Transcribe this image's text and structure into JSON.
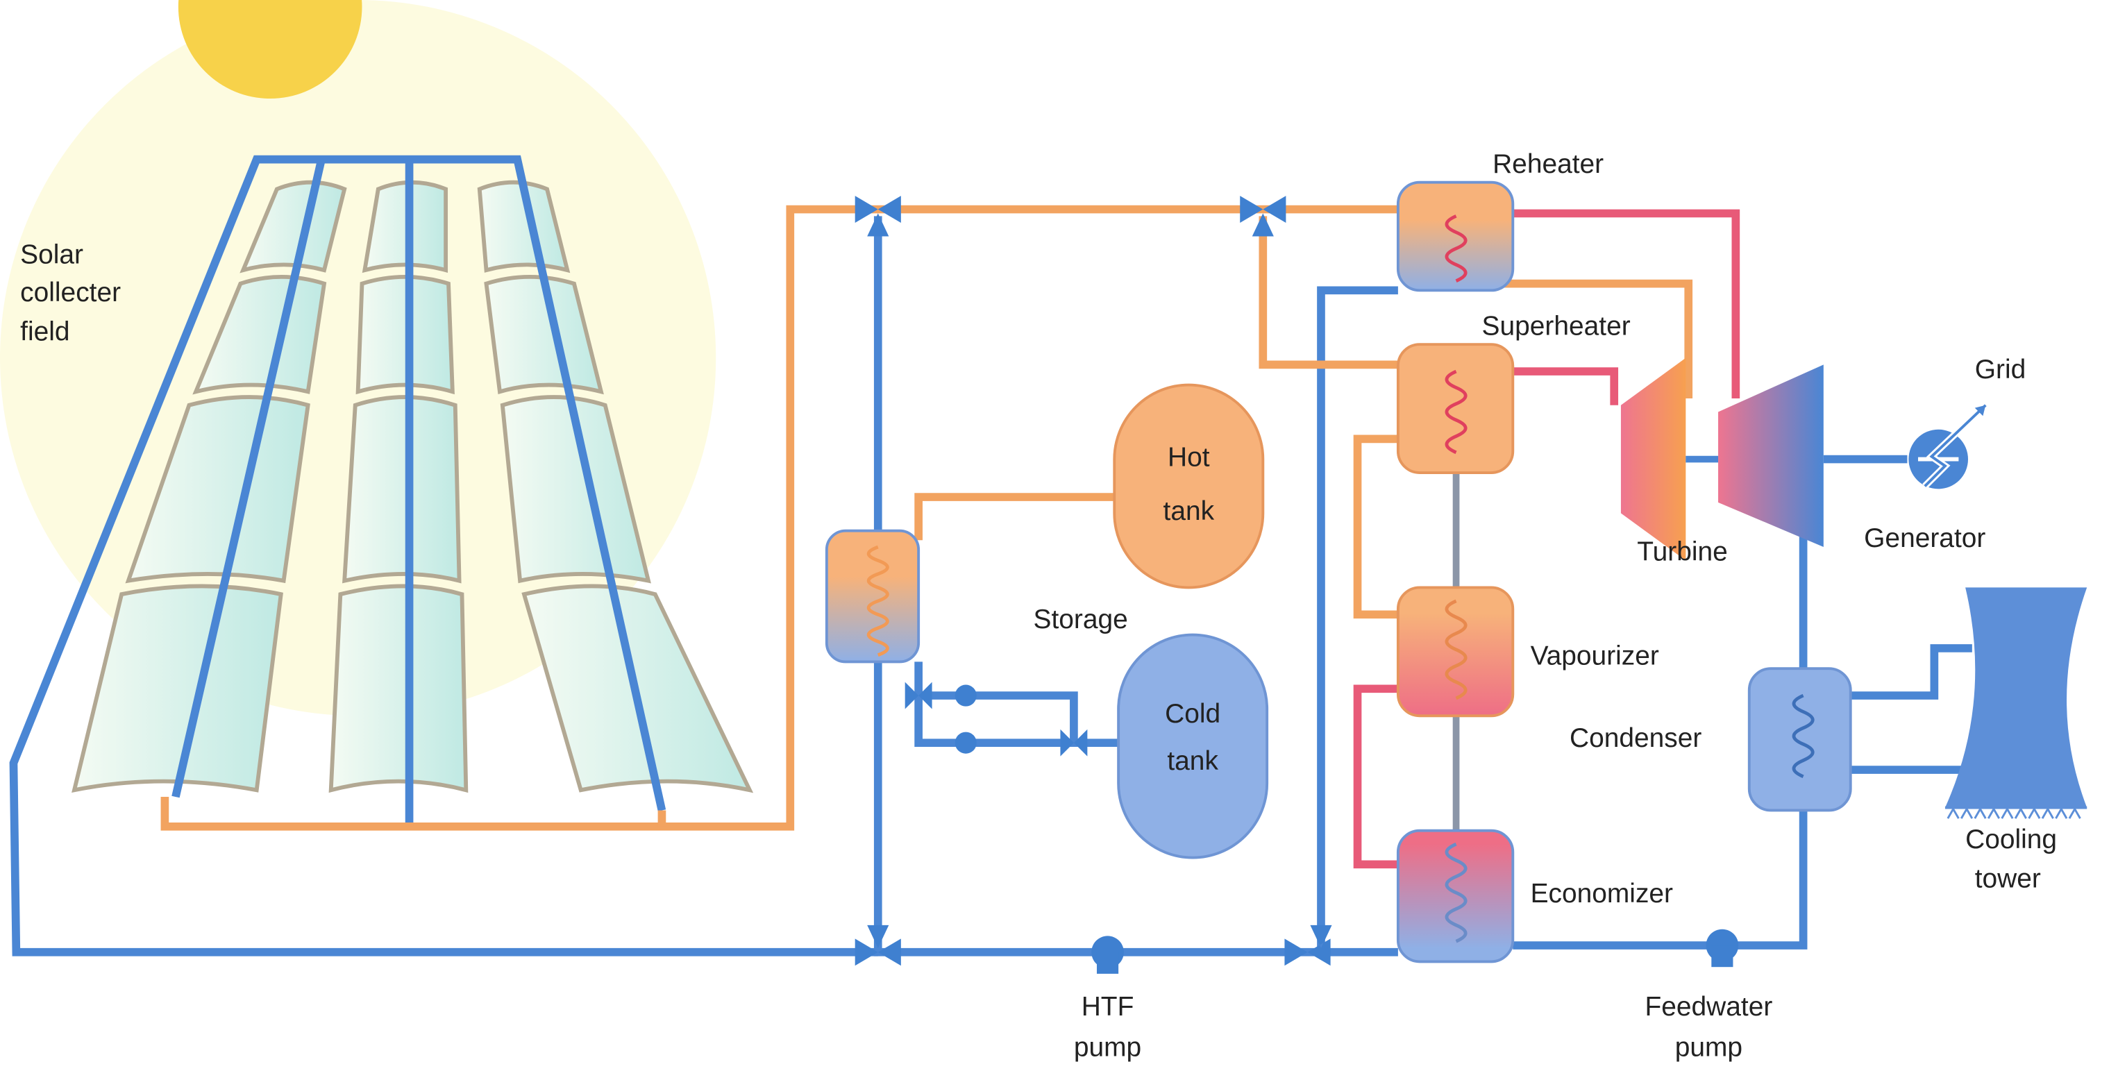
{
  "labels": {
    "solar_field": [
      "Solar",
      "collecter",
      "field"
    ],
    "reheater": "Reheater",
    "superheater": "Superheater",
    "hot_tank": [
      "Hot",
      "tank"
    ],
    "cold_tank": [
      "Cold",
      "tank"
    ],
    "storage": "Storage",
    "vapourizer": "Vapourizer",
    "economizer": "Economizer",
    "condenser": "Condenser",
    "turbine": "Turbine",
    "generator": "Generator",
    "grid": "Grid",
    "cooling_tower": [
      "Cooling",
      "tower"
    ],
    "htf_pump": [
      "HTF",
      "pump"
    ],
    "feedwater_pump": [
      "Feedwater",
      "pump"
    ]
  },
  "colors": {
    "cold_pipe": "#4a86d4",
    "hot_htf_pipe": "#f2a360",
    "steam_pipe": "#e85a78",
    "sun": "#f7d24a",
    "sun_glow": "#fdfbe0",
    "collector": "#cdeee8",
    "tank_hot": "#f7b27a",
    "tank_cold": "#8fb0e6"
  }
}
